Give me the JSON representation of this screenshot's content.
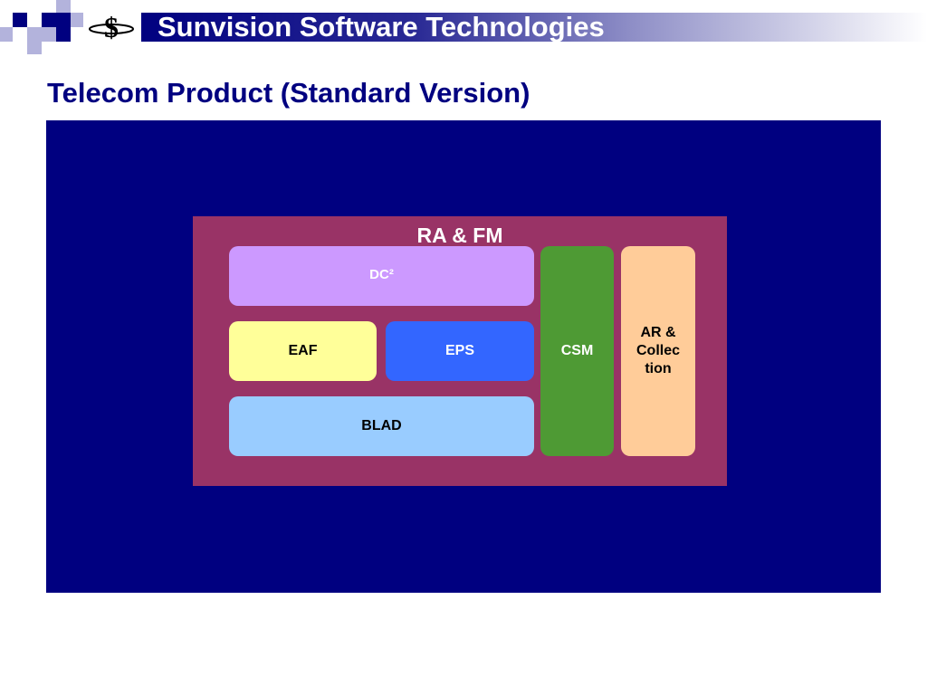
{
  "header": {
    "company": "Sunvision Software Technologies",
    "logo_glyph": "$",
    "logo_icon": "dollar-globe-logo",
    "colors": {
      "navy": "#000080",
      "light_square": "#b3b3dc"
    }
  },
  "slide": {
    "title": "Telecom Product (Standard Version)"
  },
  "diagram": {
    "background": "#000080",
    "frame": {
      "label": "RA & FM",
      "color": "#993366"
    },
    "boxes": {
      "dc": {
        "label": "DC²",
        "color": "#cc99ff"
      },
      "eaf": {
        "label": "EAF",
        "color": "#ffff99"
      },
      "eps": {
        "label": "EPS",
        "color": "#3366ff"
      },
      "blad": {
        "label": "BLAD",
        "color": "#99ccff"
      },
      "csm": {
        "label": "CSM",
        "color": "#4e9a34"
      },
      "ar": {
        "lines": [
          "AR &",
          "Collec",
          "tion"
        ],
        "color": "#ffcc99"
      }
    }
  }
}
